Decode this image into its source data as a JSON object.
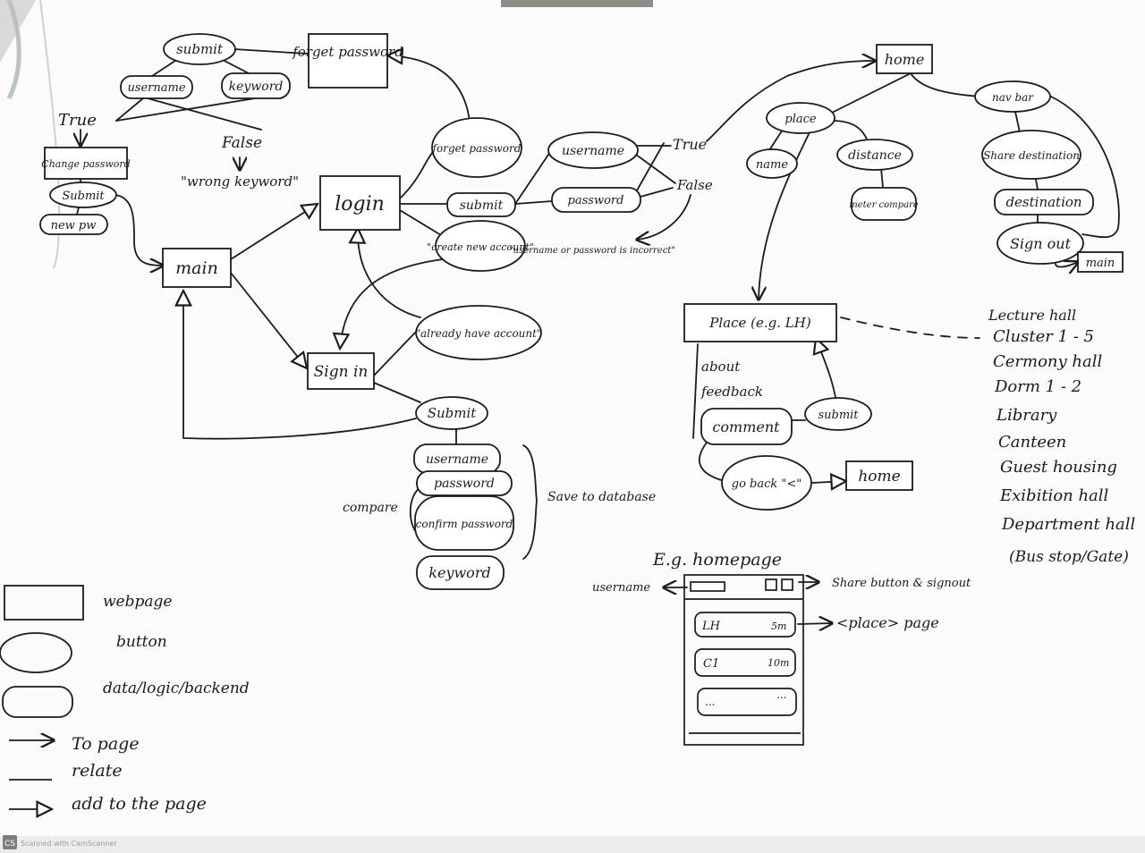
{
  "nodes": {
    "submit_top": "submit",
    "forget_password_page": "forget password",
    "username_top": "username",
    "keyword_top": "keyword",
    "true_left": "True",
    "false_left": "False",
    "wrong_keyword": "\"wrong keyword\"",
    "change_password": "Change password",
    "submit_left": "Submit",
    "new_pw": "new pw",
    "main_page": "main",
    "login_page": "login",
    "forget_password_btn": "forget password",
    "submit_login": "submit",
    "create_new_account": "\"create new account\"",
    "username_login": "username",
    "password_login": "password",
    "true_login": "True",
    "false_login": "False",
    "incorrect_msg": "\"username or password is incorrect\"",
    "already_have_account": "\"already have account\"",
    "sign_in_page": "Sign in",
    "submit_signin": "Submit",
    "username_signin": "username",
    "password_signin": "password",
    "confirm_password": "confirm password",
    "keyword_signin": "keyword",
    "compare": "compare",
    "save_to_database": "Save to database",
    "home_page": "home",
    "place_btn": "place",
    "name_btn": "name",
    "distance_btn": "distance",
    "meter_compare": "meter compare",
    "nav_bar": "nav bar",
    "share_destination": "Share destination",
    "destination": "destination",
    "sign_out": "Sign out",
    "main_small": "main",
    "place_page": "Place (e.g. LH)",
    "about": "about",
    "feedback": "feedback",
    "comment": "comment",
    "submit_comment": "submit",
    "go_back": "go back \"<\"",
    "home_small": "home"
  },
  "places": [
    "Lecture hall",
    "Cluster 1 - 5",
    "Cermony hall",
    "Dorm 1 - 2",
    "Library",
    "Canteen",
    "Guest housing",
    "Exibition hall",
    "Department hall",
    "(Bus stop/Gate)"
  ],
  "example": {
    "title": "E.g. homepage",
    "username_label": "username",
    "share_label": "Share button & signout",
    "place_label": "<place> page",
    "rows": [
      {
        "name": "LH",
        "dist": "5m"
      },
      {
        "name": "C1",
        "dist": "10m"
      },
      {
        "name": "...",
        "dist": "..."
      }
    ]
  },
  "legend": {
    "webpage": "webpage",
    "button": "button",
    "data": "data/logic/backend",
    "to_page": "To page",
    "relate": "relate",
    "add_to_page": "add to the page"
  },
  "watermark": "Scanned with CamScanner"
}
